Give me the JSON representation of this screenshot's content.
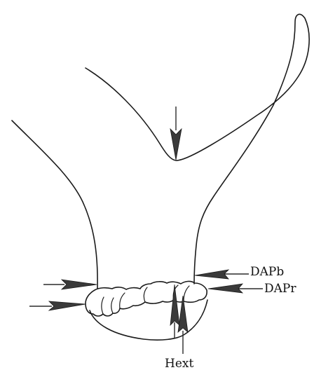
{
  "labels": {
    "dapb": "DAPb",
    "dapr": "DAPr",
    "hext": "Hext"
  },
  "colors": {
    "line": "#1b1b1b",
    "arrow_fill": "#3a3a3a",
    "background": "#ffffff"
  }
}
